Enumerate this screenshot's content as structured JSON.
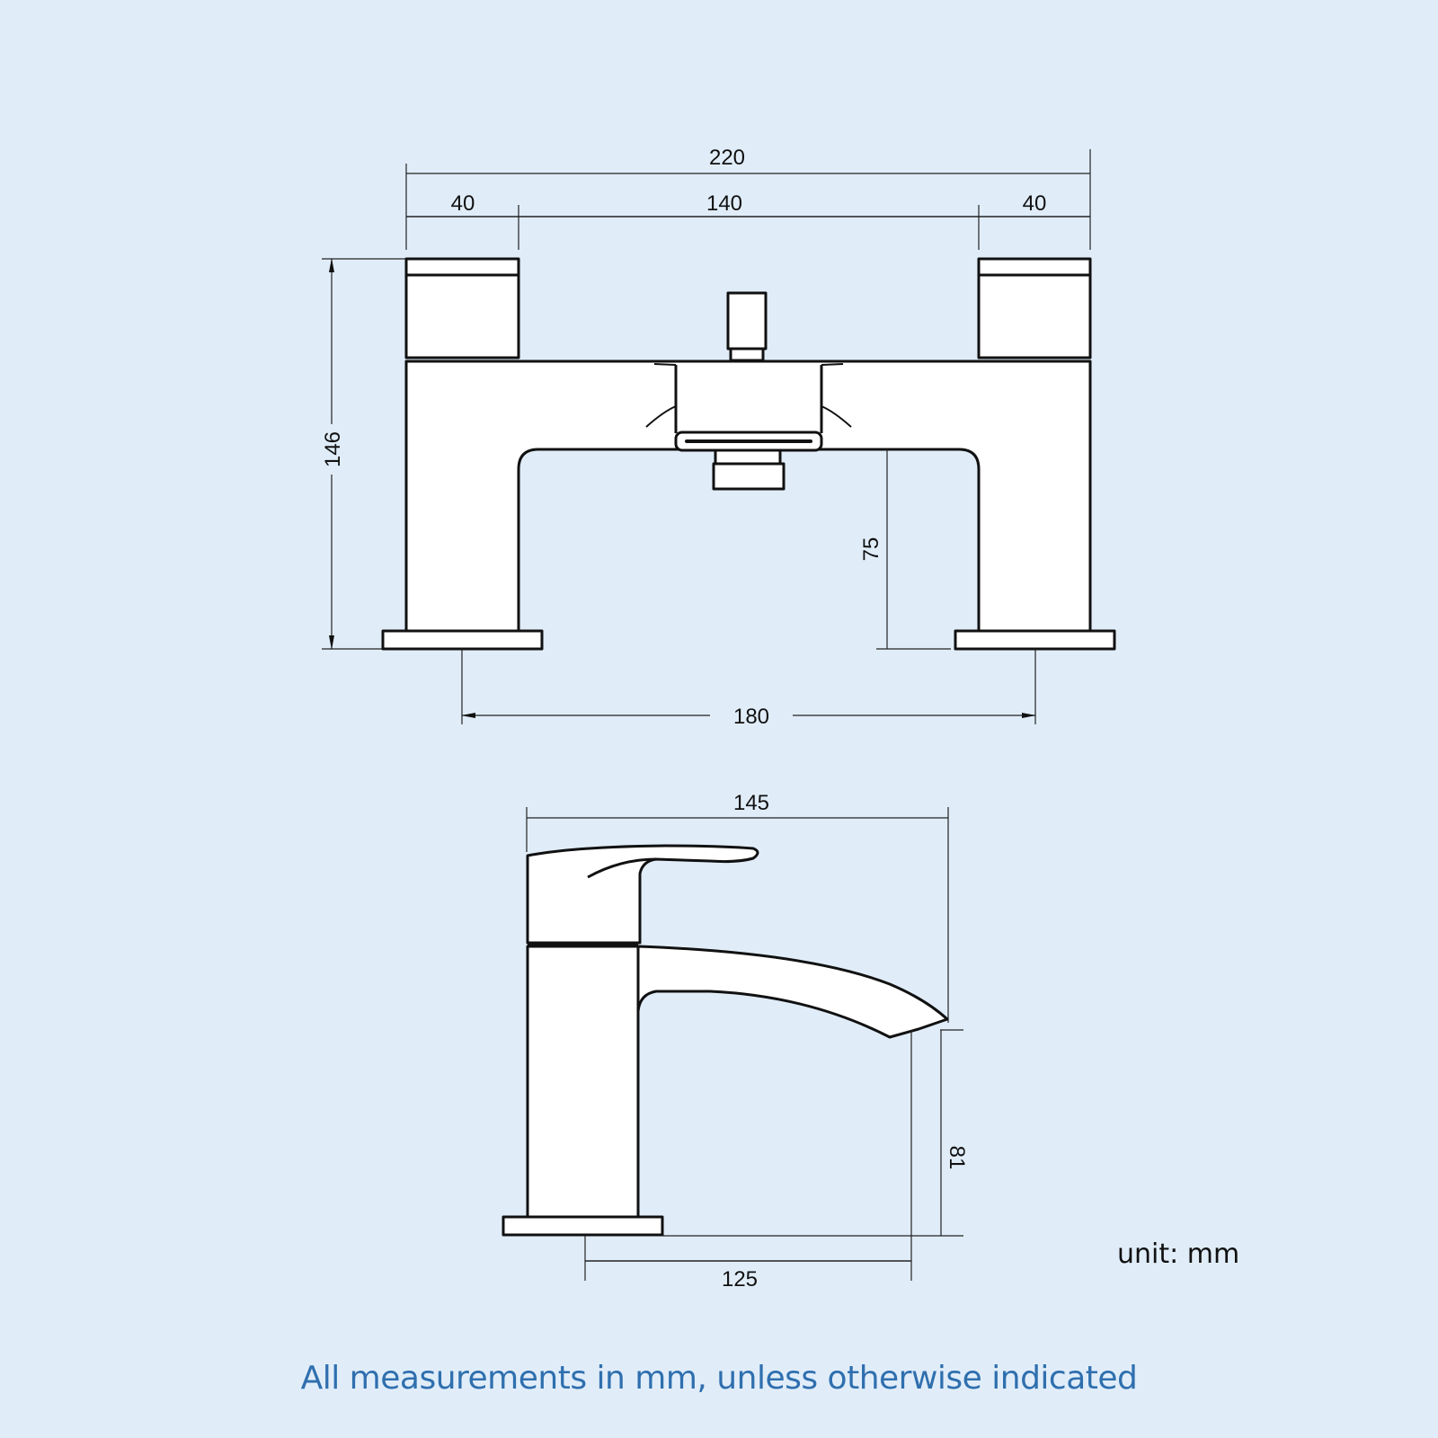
{
  "colors": {
    "background": "#E0EDF9",
    "line": "#111111",
    "part_fill": "#FFFFFF",
    "footer_text": "#2F6FAE"
  },
  "front_view": {
    "dim_overall_width": "220",
    "dim_left_handle": "40",
    "dim_handle_spacing": "140",
    "dim_right_handle": "40",
    "dim_overall_height": "146",
    "dim_spout_clearance": "75",
    "dim_base_centers": "180"
  },
  "side_view": {
    "dim_overall_depth": "145",
    "dim_spout_height": "81",
    "dim_spout_reach": "125"
  },
  "unit_label": "unit: mm",
  "footer_note": "All measurements in mm, unless otherwise indicated"
}
